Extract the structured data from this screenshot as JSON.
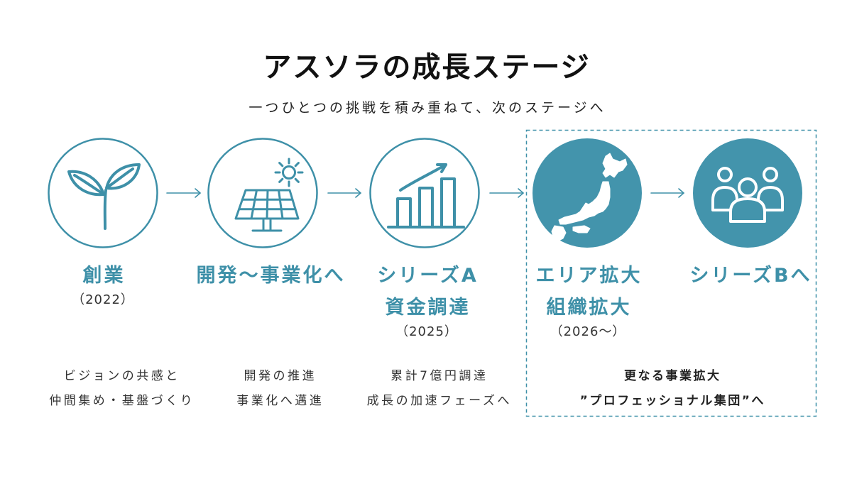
{
  "title": "アスソラの成長ステージ",
  "subtitle": "一つひとつの挑戦を積み重ねて、次のステージへ",
  "colors": {
    "accent": "#3e90a8",
    "accent_fill": "#4394ac",
    "text": "#111111",
    "muted": "#333333"
  },
  "stages": [
    {
      "icon": "sprout-icon",
      "style": "outline",
      "label_lines": [
        "創業"
      ],
      "year": "（2022）"
    },
    {
      "icon": "solar-panel-icon",
      "style": "outline",
      "label_lines": [
        "開発〜事業化へ"
      ]
    },
    {
      "icon": "growth-chart-icon",
      "style": "outline",
      "label_lines": [
        "シリーズA",
        "資金調達"
      ],
      "year": "（2025）"
    },
    {
      "icon": "japan-map-icon",
      "style": "filled",
      "label_lines": [
        "エリア拡大",
        "組織拡大"
      ],
      "year": "（2026〜）"
    },
    {
      "icon": "people-group-icon",
      "style": "filled",
      "label_lines": [
        "シリーズBへ"
      ]
    }
  ],
  "descriptions": [
    {
      "lines": [
        "ビジョンの共感と",
        "仲間集め・基盤づくり"
      ]
    },
    {
      "lines": [
        "開発の推進",
        "事業化へ邁進"
      ]
    },
    {
      "lines": [
        "累計7億円調達",
        "成長の加速フェーズへ"
      ]
    },
    {
      "lines": [
        "更なる事業拡大",
        "”プロフェッショナル集団”へ"
      ],
      "emphasis": true
    }
  ]
}
